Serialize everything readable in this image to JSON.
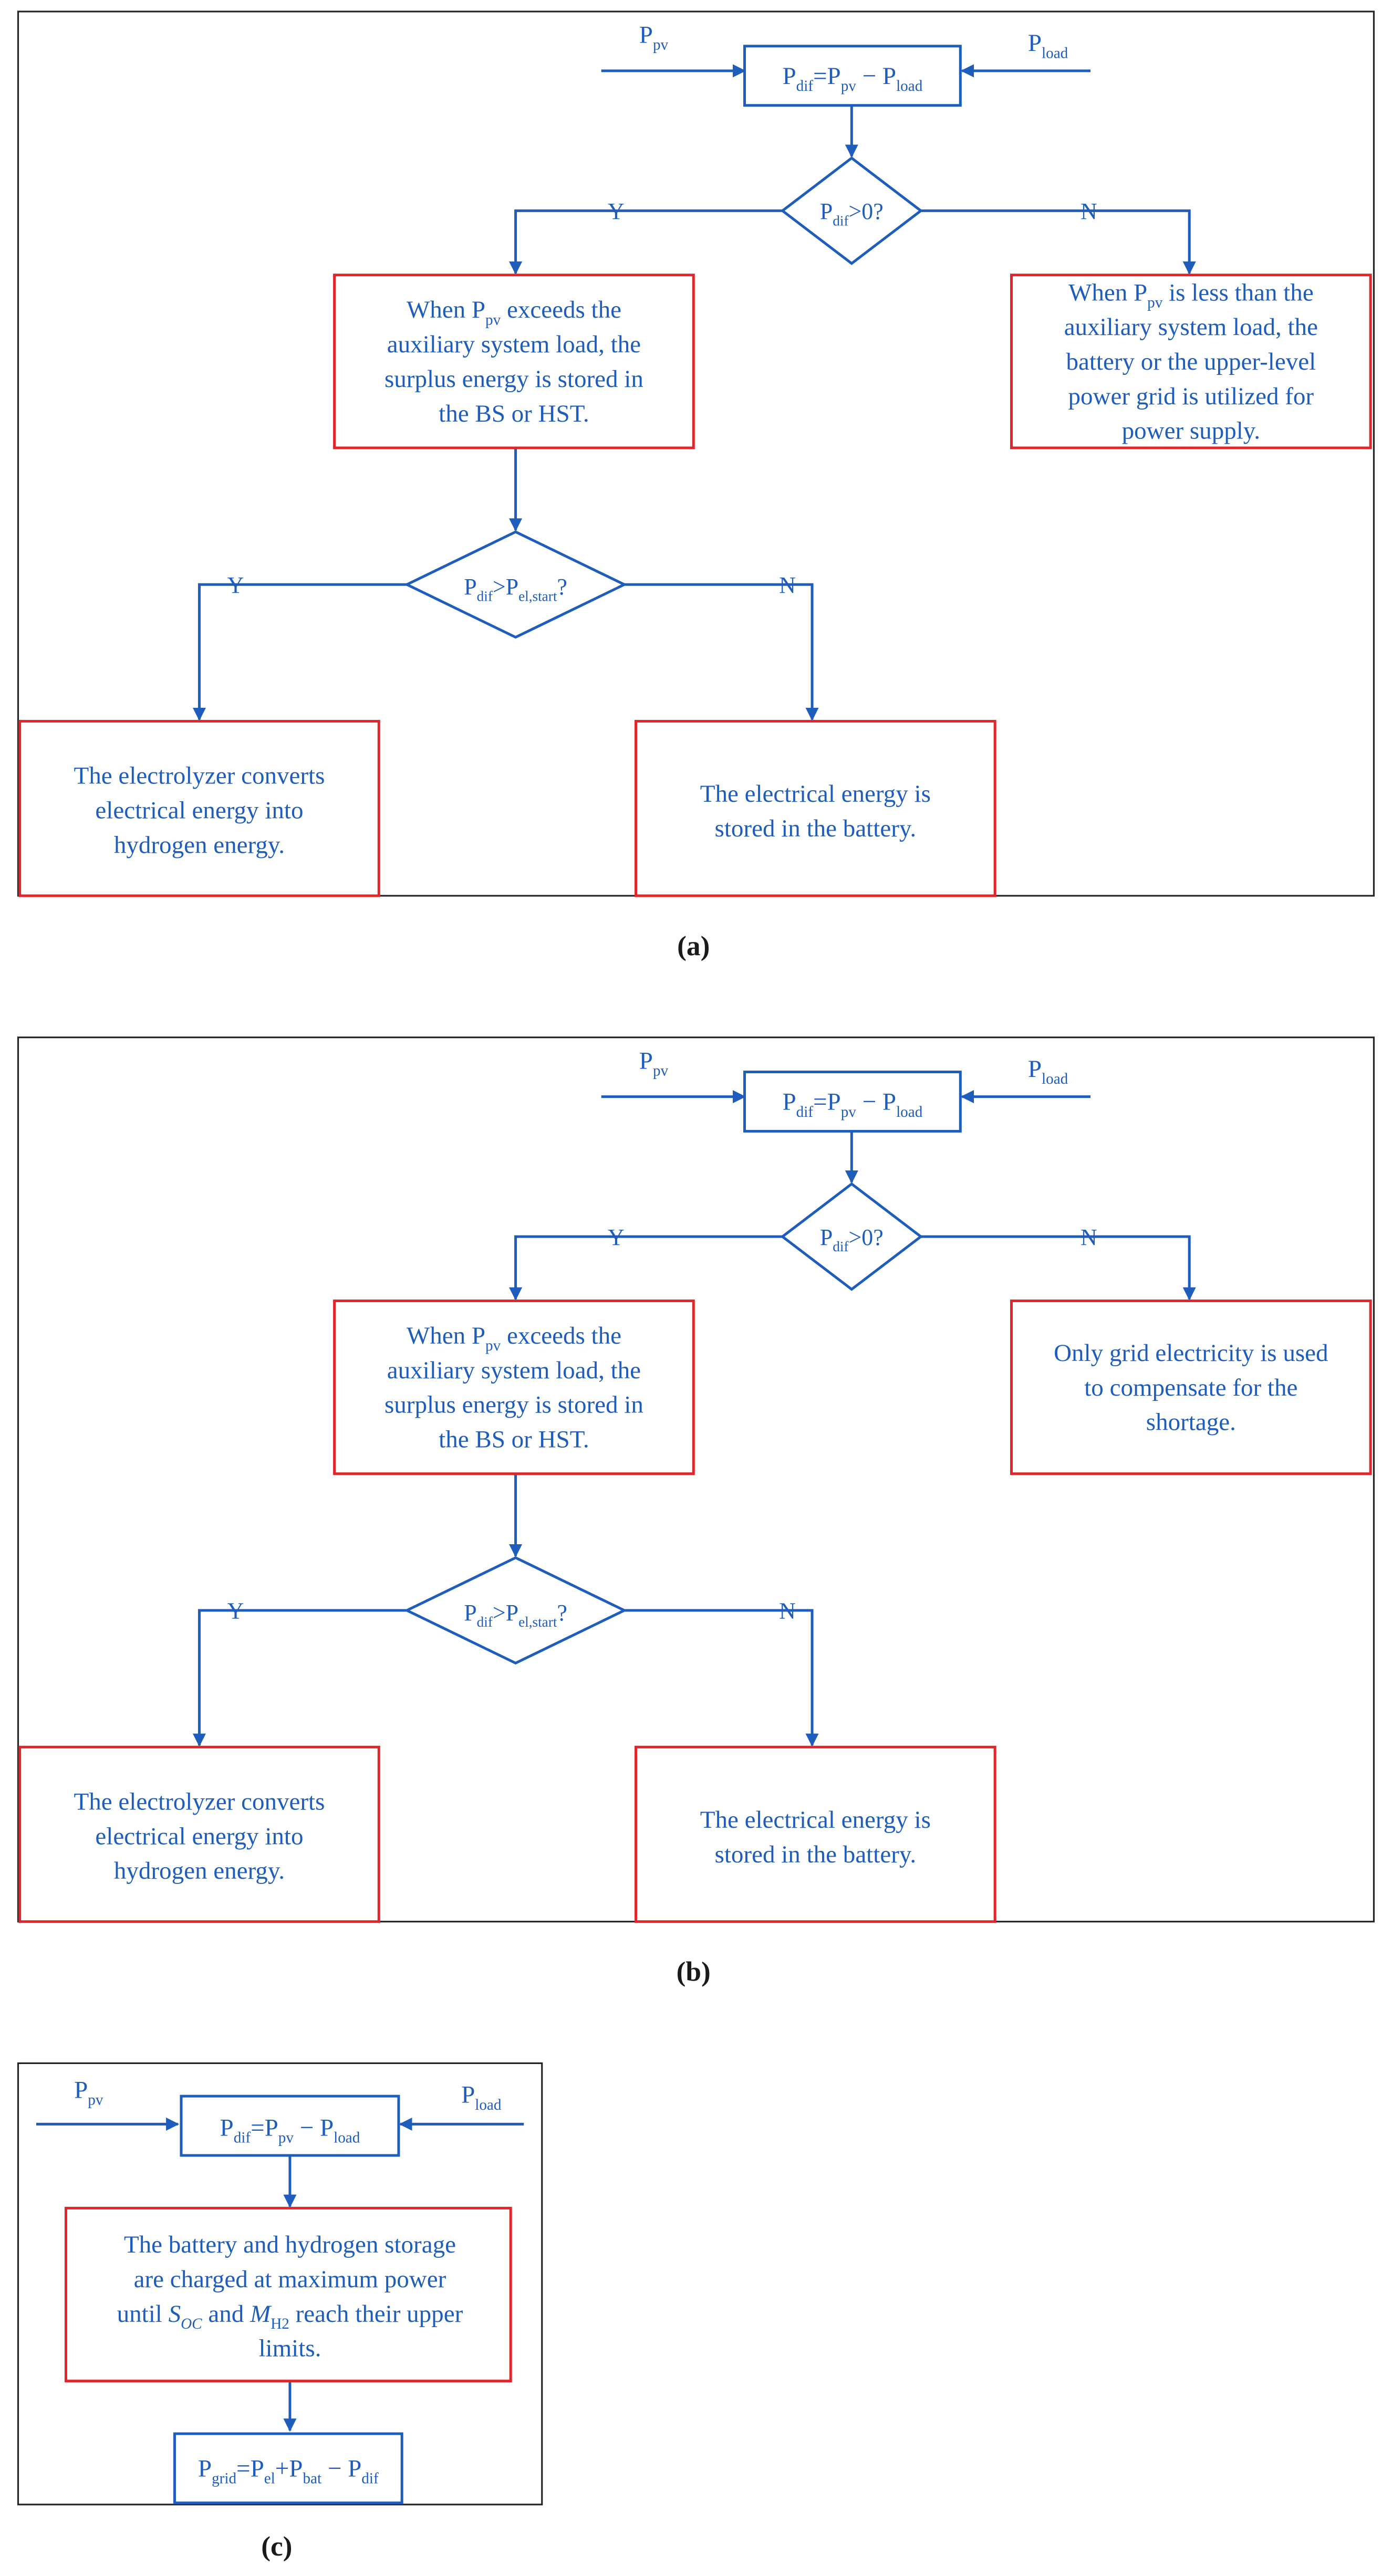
{
  "colors": {
    "flow_blue": "#1f5dbd",
    "process_red": "#e0262b",
    "frame": "#222222"
  },
  "panels": {
    "a": {
      "label": "(a)",
      "input_pv": {
        "base": "P",
        "sub": "pv"
      },
      "input_load": {
        "base": "P",
        "sub": "load"
      },
      "formula": [
        {
          "t": "P"
        },
        {
          "t": "dif",
          "sub": true
        },
        {
          "t": "=P"
        },
        {
          "t": "pv",
          "sub": true
        },
        {
          "t": " − P"
        },
        {
          "t": "load",
          "sub": true
        }
      ],
      "decision1": [
        {
          "t": "P"
        },
        {
          "t": "dif",
          "sub": true
        },
        {
          "t": ">0?"
        }
      ],
      "yes": "Y",
      "no": "N",
      "left_box": [
        [
          {
            "t": "When P"
          },
          {
            "t": "pv",
            "sub": true
          },
          {
            "t": " exceeds the"
          }
        ],
        [
          {
            "t": "auxiliary system load, the"
          }
        ],
        [
          {
            "t": "surplus energy is stored in"
          }
        ],
        [
          {
            "t": "the BS or HST."
          }
        ]
      ],
      "right_box": [
        [
          {
            "t": "When P"
          },
          {
            "t": "pv",
            "sub": true
          },
          {
            "t": " is less than the"
          }
        ],
        [
          {
            "t": "auxiliary system load, the"
          }
        ],
        [
          {
            "t": "battery or the upper-level"
          }
        ],
        [
          {
            "t": "power grid is utilized for"
          }
        ],
        [
          {
            "t": "power supply."
          }
        ]
      ],
      "decision2": [
        {
          "t": "P"
        },
        {
          "t": "dif",
          "sub": true
        },
        {
          "t": ">P"
        },
        {
          "t": "el,start",
          "sub": true
        },
        {
          "t": "?"
        }
      ],
      "bottom_left_box": [
        [
          {
            "t": "The electrolyzer converts"
          }
        ],
        [
          {
            "t": "electrical energy into"
          }
        ],
        [
          {
            "t": "hydrogen energy."
          }
        ]
      ],
      "bottom_right_box": [
        [
          {
            "t": "The electrical energy is"
          }
        ],
        [
          {
            "t": "stored in the battery."
          }
        ]
      ]
    },
    "b": {
      "label": "(b)",
      "input_pv": {
        "base": "P",
        "sub": "pv"
      },
      "input_load": {
        "base": "P",
        "sub": "load"
      },
      "formula": [
        {
          "t": "P"
        },
        {
          "t": "dif",
          "sub": true
        },
        {
          "t": "=P"
        },
        {
          "t": "pv",
          "sub": true
        },
        {
          "t": " − P"
        },
        {
          "t": "load",
          "sub": true
        }
      ],
      "decision1": [
        {
          "t": "P"
        },
        {
          "t": "dif",
          "sub": true
        },
        {
          "t": ">0?"
        }
      ],
      "yes": "Y",
      "no": "N",
      "left_box": [
        [
          {
            "t": "When P"
          },
          {
            "t": "pv",
            "sub": true
          },
          {
            "t": " exceeds the"
          }
        ],
        [
          {
            "t": "auxiliary system load, the"
          }
        ],
        [
          {
            "t": "surplus energy is stored in"
          }
        ],
        [
          {
            "t": "the BS or HST."
          }
        ]
      ],
      "right_box": [
        [
          {
            "t": "Only grid electricity is used"
          }
        ],
        [
          {
            "t": "to compensate for the"
          }
        ],
        [
          {
            "t": "shortage."
          }
        ]
      ],
      "decision2": [
        {
          "t": "P"
        },
        {
          "t": "dif",
          "sub": true
        },
        {
          "t": ">P"
        },
        {
          "t": "el,start",
          "sub": true
        },
        {
          "t": "?"
        }
      ],
      "bottom_left_box": [
        [
          {
            "t": "The electrolyzer converts"
          }
        ],
        [
          {
            "t": "electrical energy into"
          }
        ],
        [
          {
            "t": "hydrogen energy."
          }
        ]
      ],
      "bottom_right_box": [
        [
          {
            "t": "The electrical energy is"
          }
        ],
        [
          {
            "t": "stored in the battery."
          }
        ]
      ]
    },
    "c": {
      "label": "(c)",
      "input_pv": {
        "base": "P",
        "sub": "pv"
      },
      "input_load": {
        "base": "P",
        "sub": "load"
      },
      "formula": [
        {
          "t": "P"
        },
        {
          "t": "dif",
          "sub": true
        },
        {
          "t": "=P"
        },
        {
          "t": "pv",
          "sub": true
        },
        {
          "t": " − P"
        },
        {
          "t": "load",
          "sub": true
        }
      ],
      "process_box": [
        [
          {
            "t": "The battery and hydrogen storage"
          }
        ],
        [
          {
            "t": "are charged at maximum power"
          }
        ],
        [
          {
            "t": "until "
          },
          {
            "t": "S",
            "it": true
          },
          {
            "t": "OC",
            "sub": true,
            "it": true
          },
          {
            "t": " and "
          },
          {
            "t": "M",
            "it": true
          },
          {
            "t": "H2",
            "sub": true
          },
          {
            "t": " reach their upper"
          }
        ],
        [
          {
            "t": "limits."
          }
        ]
      ],
      "grid_formula": [
        {
          "t": "P"
        },
        {
          "t": "grid",
          "sub": true
        },
        {
          "t": "=P"
        },
        {
          "t": "el",
          "sub": true
        },
        {
          "t": "+P"
        },
        {
          "t": "bat",
          "sub": true
        },
        {
          "t": " − P"
        },
        {
          "t": "dif",
          "sub": true
        }
      ]
    }
  }
}
